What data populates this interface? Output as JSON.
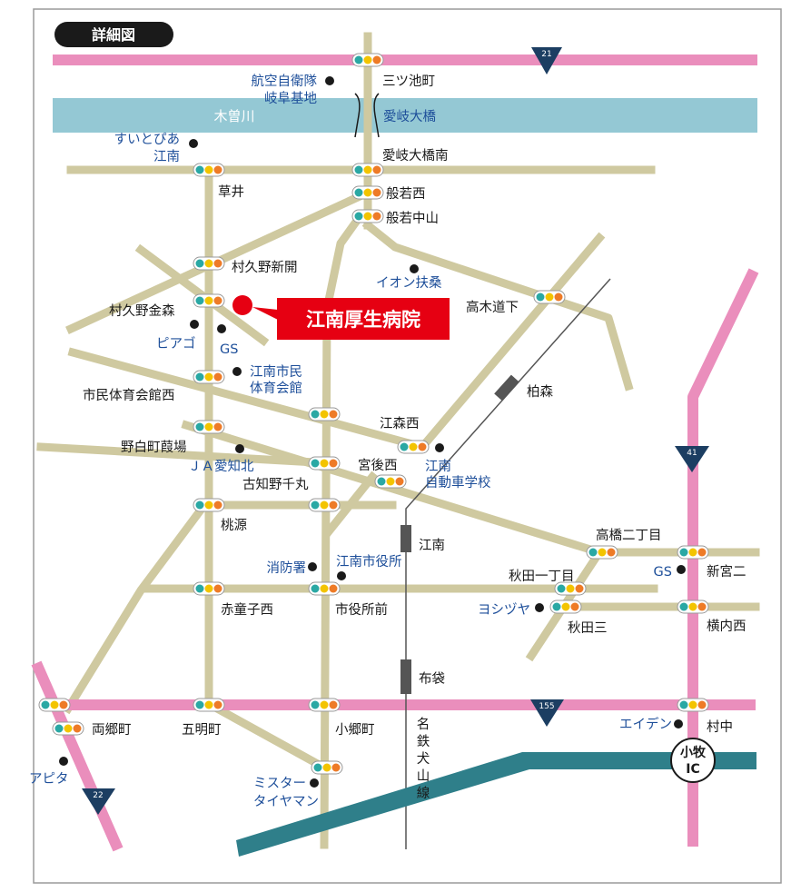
{
  "title": "詳細図",
  "hospital": "江南厚生病院",
  "river": "木曽川",
  "bridge": "愛岐大橋",
  "routes": {
    "r21": "21",
    "r41": "41",
    "r155": "155",
    "r22": "22"
  },
  "railway": {
    "name": [
      "名",
      "鉄",
      "犬",
      "山",
      "線"
    ]
  },
  "stations": {
    "kashiwamori": "柏森",
    "konan": "江南",
    "hotei": "布袋"
  },
  "intersections": {
    "mitsuikecho": "三ツ池町",
    "aigi_ohashi_minami": "愛岐大橋南",
    "kusai": "草井",
    "hannyanishi": "般若西",
    "hannya_nakayama": "般若中山",
    "murakuno_shinkai": "村久野新開",
    "murakuno_kanamori": "村久野金森",
    "takagi_michishita": "高木道下",
    "shimin_taiikukan_nishi": "市民体育会館西",
    "emorinishi": "江森西",
    "nojirocho_komoba": "野白町葭場",
    "miyagonishi": "宮後西",
    "kochino_senmaru": "古知野千丸",
    "momogahara": "桃源",
    "takahashi_nichome": "高橋二丁目",
    "shinmiyani": "新宮二",
    "akita_icchome": "秋田一丁目",
    "akadoji_nishi": "赤童子西",
    "shiyakusho_mae": "市役所前",
    "akitasan": "秋田三",
    "yokouchi_nishi": "横内西",
    "ryogocho": "両郷町",
    "gomyocho": "五明町",
    "kogocho": "小郷町",
    "muranaka": "村中"
  },
  "landmarks": {
    "jieitai": [
      "航空自衛隊",
      "岐阜基地"
    ],
    "suitopia": [
      "すいとぴあ",
      "江南"
    ],
    "aeon": "イオン扶桑",
    "piago": "ピアゴ",
    "gs1": "GS",
    "taiikukan": [
      "江南市民",
      "体育会館"
    ],
    "ja": "ＪＡ愛知北",
    "jidosha_gakko": [
      "江南",
      "自動車学校"
    ],
    "shobosho": "消防署",
    "shiyakusho": "江南市役所",
    "gs2": "GS",
    "yoshizuya": "ヨシヅヤ",
    "eiden": "エイデン",
    "mister_tireman": [
      "ミスター",
      "タイヤマン"
    ],
    "apita": "アピタ"
  },
  "interchange": [
    "小牧",
    "IC"
  ],
  "colors": {
    "road": "#cfc9a0",
    "highway": "#ea8ebc",
    "expressway": "#2f7f8a",
    "river": "#94c8d4",
    "hospital": "#e60012",
    "route_marker": "#1c3e62",
    "label_blue": "#1e4f9a",
    "signal_green": "#2aa8a4",
    "signal_yellow": "#f3c400",
    "signal_red": "#ee7b27"
  }
}
